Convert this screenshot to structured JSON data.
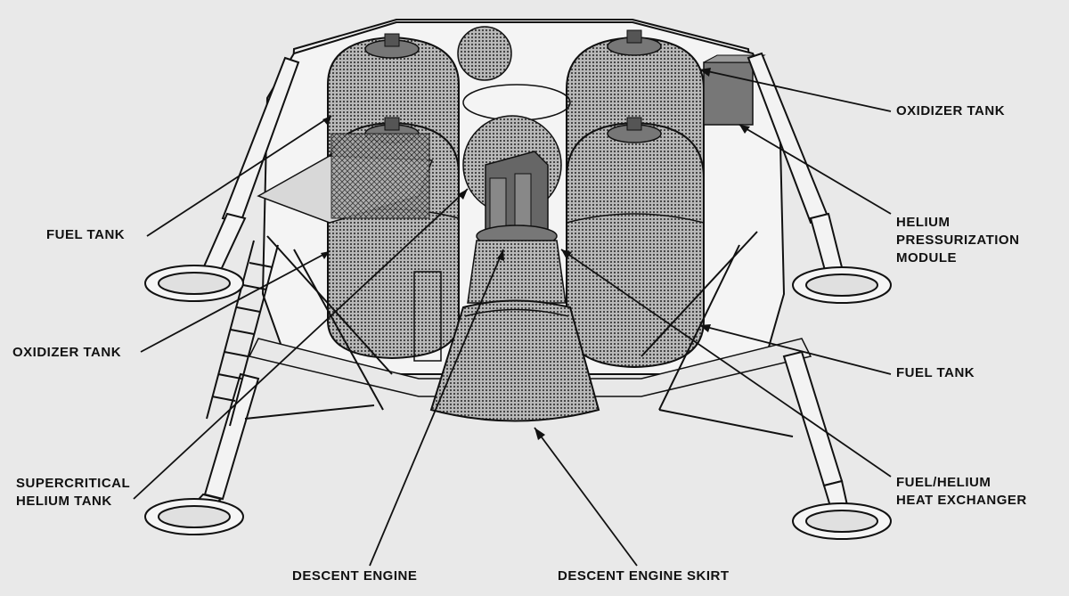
{
  "labels": {
    "oxidizer_tank_right": "OXIDIZER TANK",
    "helium_module": [
      "HELIUM",
      "PRESSURIZATION",
      "MODULE"
    ],
    "fuel_tank_right": "FUEL TANK",
    "heat_exchanger": [
      "FUEL/HELIUM",
      "HEAT EXCHANGER"
    ],
    "descent_engine_skirt": "DESCENT ENGINE SKIRT",
    "descent_engine": "DESCENT ENGINE",
    "supercritical_helium": [
      "SUPERCRITICAL",
      "HELIUM TANK"
    ],
    "oxidizer_tank_left": "OXIDIZER TANK",
    "fuel_tank_left": "FUEL TANK"
  },
  "colors": {
    "background": "#e9e9e9",
    "line": "#111111",
    "tank_fill": "#9a9a9a",
    "structure_fill": "#f2f2f2"
  }
}
